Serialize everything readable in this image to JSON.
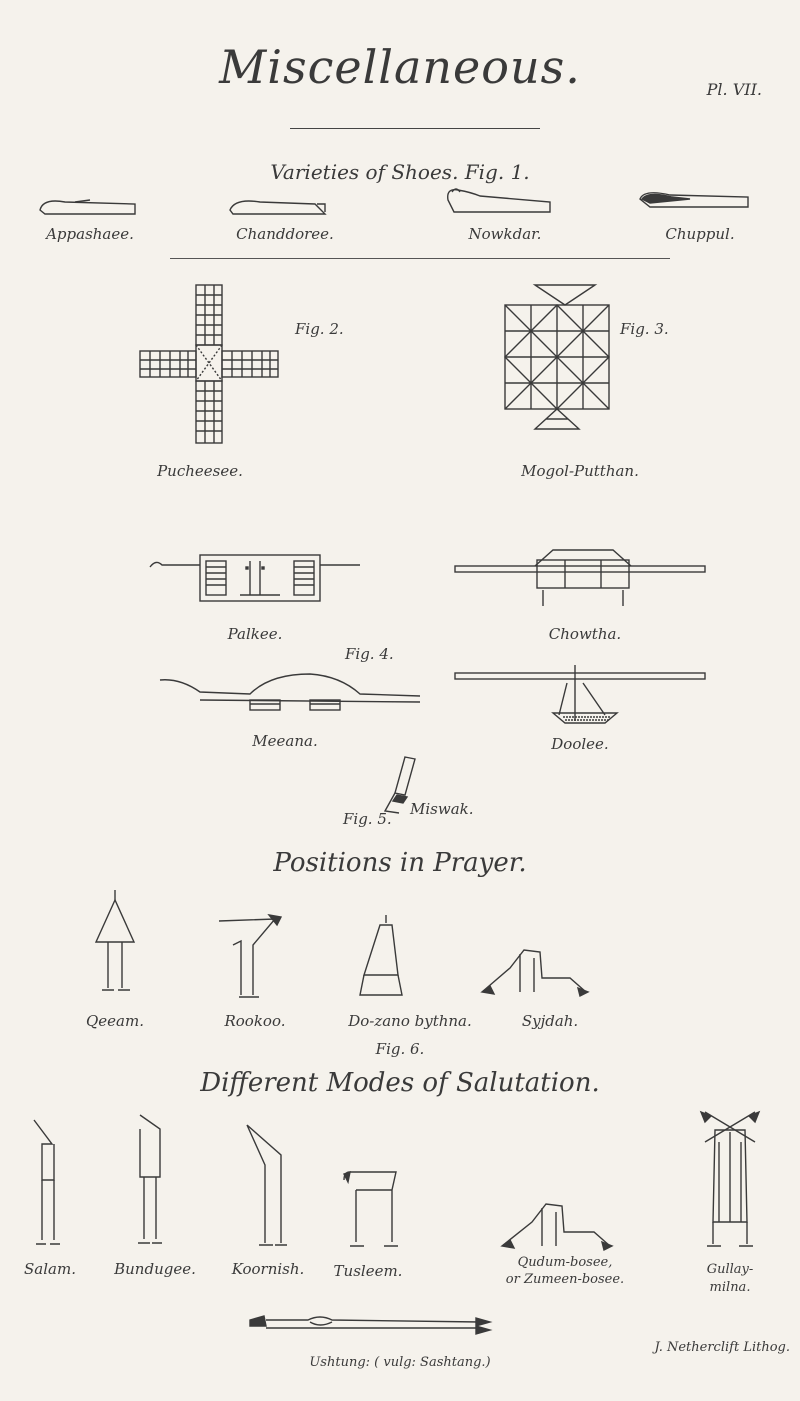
{
  "header": {
    "title": "Miscellaneous.",
    "plate": "Pl. VII."
  },
  "shoes": {
    "heading": "Varieties of Shoes. Fig. 1.",
    "items": [
      "Appashaee.",
      "Chanddoree.",
      "Nowkdar.",
      "Chuppul."
    ]
  },
  "boards": {
    "fig2": "Fig. 2.",
    "fig3": "Fig. 3.",
    "puchee": "Pucheesee.",
    "mogol": "Mogol-Putthan."
  },
  "conveyances": {
    "palkee": "Palkee.",
    "chowtha": "Chowtha.",
    "fig4": "Fig. 4.",
    "meeana": "Meeana.",
    "doolee": "Doolee.",
    "fig5": "Fig. 5.",
    "miswak": "Miswak."
  },
  "prayer": {
    "heading": "Positions in Prayer.",
    "items": [
      "Qeeam.",
      "Rookoo.",
      "Do-zano bythna.",
      "Syjdah."
    ],
    "fig": "Fig. 6."
  },
  "salutation": {
    "heading": "Different Modes of Salutation.",
    "items": [
      "Salam.",
      "Bundugee.",
      "Koornish.",
      "Tusleem."
    ],
    "qudum_line1": "Qudum-bosee,",
    "qudum_line2": "or Zumeen-bosee.",
    "gullay_line1": "Gullay-",
    "gullay_line2": "milna."
  },
  "footer": {
    "ushtung": "Ushtung: ( vulg: Sashtang.)",
    "litho": "J. Netherclift Lithog."
  }
}
